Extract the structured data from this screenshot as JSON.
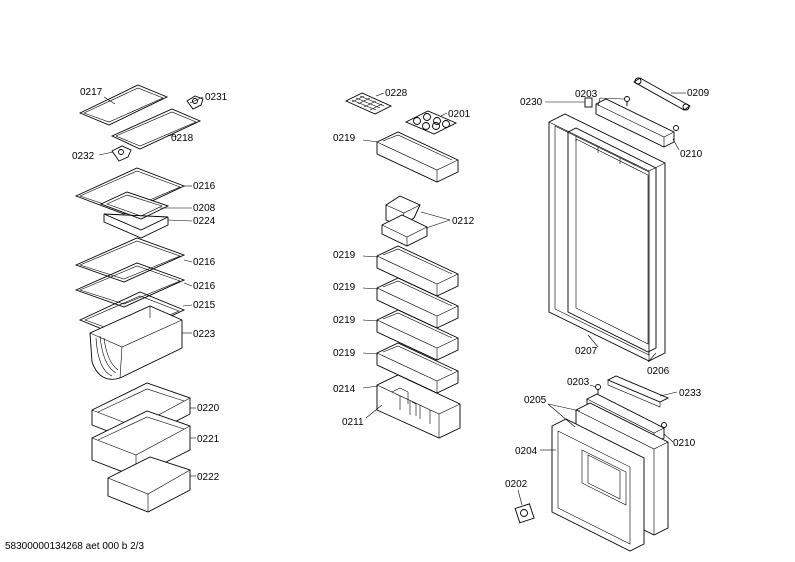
{
  "footer": "58300000134268 aet 000 b 2/3",
  "labels": {
    "p0217": "0217",
    "p0231": "0231",
    "p0218": "0218",
    "p0232": "0232",
    "p0216a": "0216",
    "p0208": "0208",
    "p0224": "0224",
    "p0216b": "0216",
    "p0216c": "0216",
    "p0215": "0215",
    "p0223": "0223",
    "p0220": "0220",
    "p0221": "0221",
    "p0222": "0222",
    "p0228": "0228",
    "p0201": "0201",
    "p0219a": "0219",
    "p0212": "0212",
    "p0219b": "0219",
    "p0219c": "0219",
    "p0219d": "0219",
    "p0219e": "0219",
    "p0214": "0214",
    "p0211": "0211",
    "p0230": "0230",
    "p0203a": "0203",
    "p0209": "0209",
    "p0210a": "0210",
    "p0207": "0207",
    "p0206": "0206",
    "p0203b": "0203",
    "p0233": "0233",
    "p0205": "0205",
    "p0210b": "0210",
    "p0204": "0204",
    "p0202": "0202"
  }
}
